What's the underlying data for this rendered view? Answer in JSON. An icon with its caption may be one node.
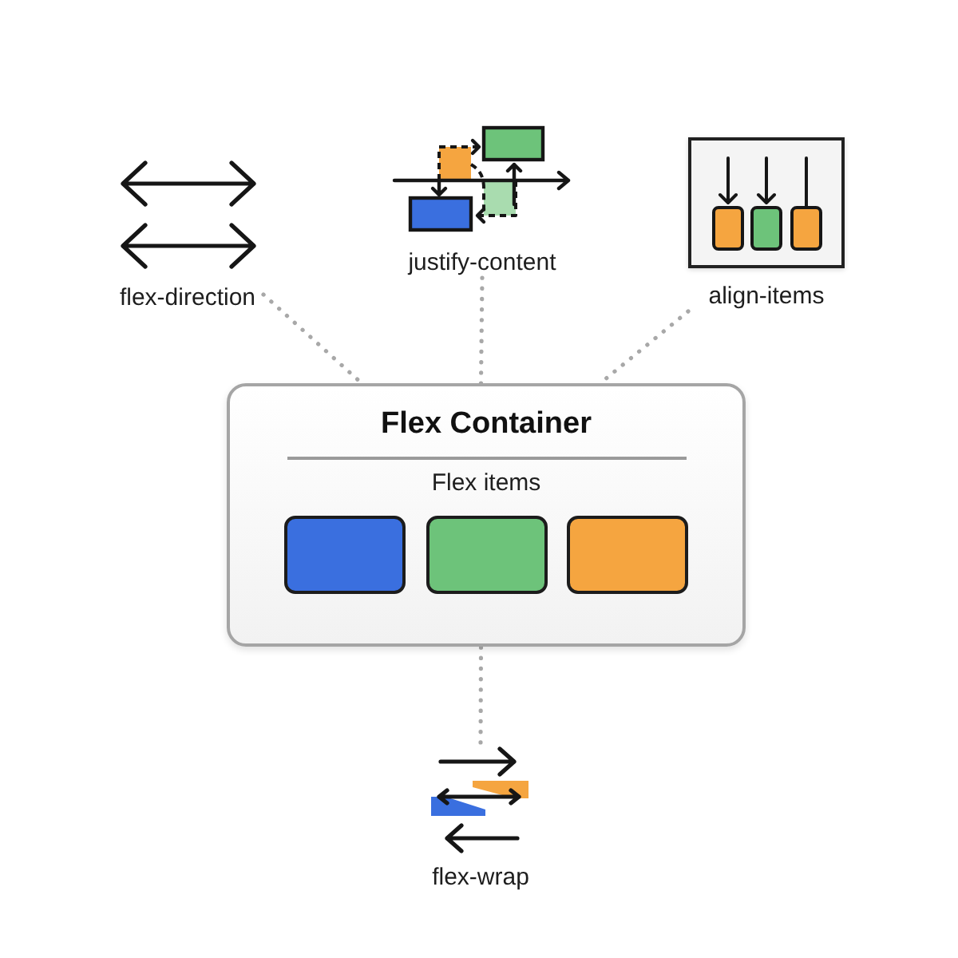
{
  "diagram": {
    "nodes": [
      {
        "text": [
          "Flex Container",
          "Flex items"
        ]
      },
      {
        "text": [],
        "shape": "box",
        "in": 0
      },
      {
        "text": [],
        "shape": "box",
        "in": 0
      },
      {
        "text": [],
        "shape": "box",
        "in": 0
      },
      {
        "text": [
          "flex-direction"
        ]
      },
      {
        "text": [
          "justify-content"
        ]
      },
      {
        "text": [
          "align-items"
        ]
      },
      {
        "text": [
          "flex-wrap"
        ]
      }
    ],
    "edges": [
      {
        "from": 4,
        "to": 0,
        "arrow": "none",
        "style": "dashed"
      },
      {
        "from": 5,
        "to": 0,
        "arrow": "none",
        "style": "dashed"
      },
      {
        "from": 6,
        "to": 0,
        "arrow": "none",
        "style": "dashed"
      },
      {
        "from": 7,
        "to": 0,
        "arrow": "none",
        "style": "dashed"
      }
    ]
  }
}
